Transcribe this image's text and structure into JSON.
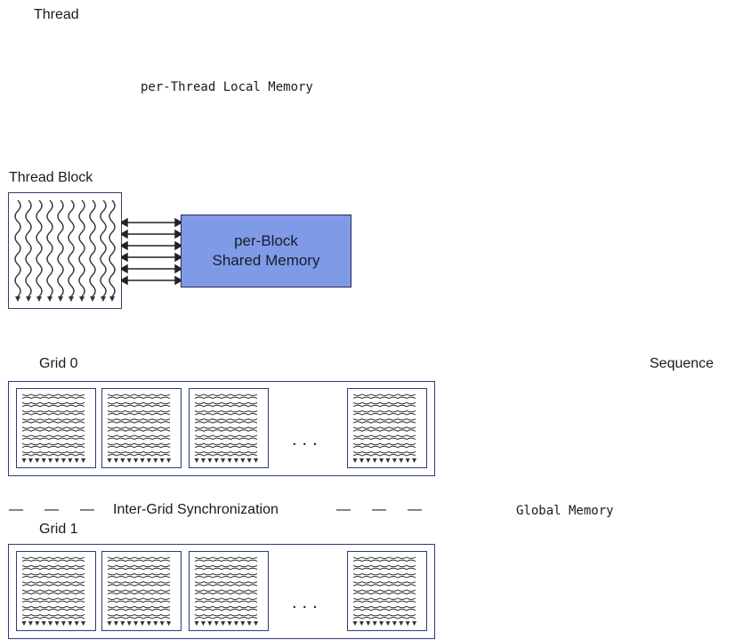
{
  "thread": {
    "label": "Thread"
  },
  "local_memory": {
    "label": "per-Thread Local Memory"
  },
  "thread_block": {
    "label": "Thread Block",
    "shared_memory": {
      "line1": "per-Block",
      "line2": "Shared Memory",
      "color": "#7f9be8"
    }
  },
  "grid0": {
    "label": "Grid 0",
    "ellipsis": "..."
  },
  "sync": {
    "label": "Inter-Grid Synchronization",
    "dash": "—"
  },
  "grid1": {
    "label": "Grid 1",
    "ellipsis": "..."
  },
  "sequence": {
    "label": "Sequence"
  },
  "global_memory": {
    "label": "Global Memory"
  }
}
